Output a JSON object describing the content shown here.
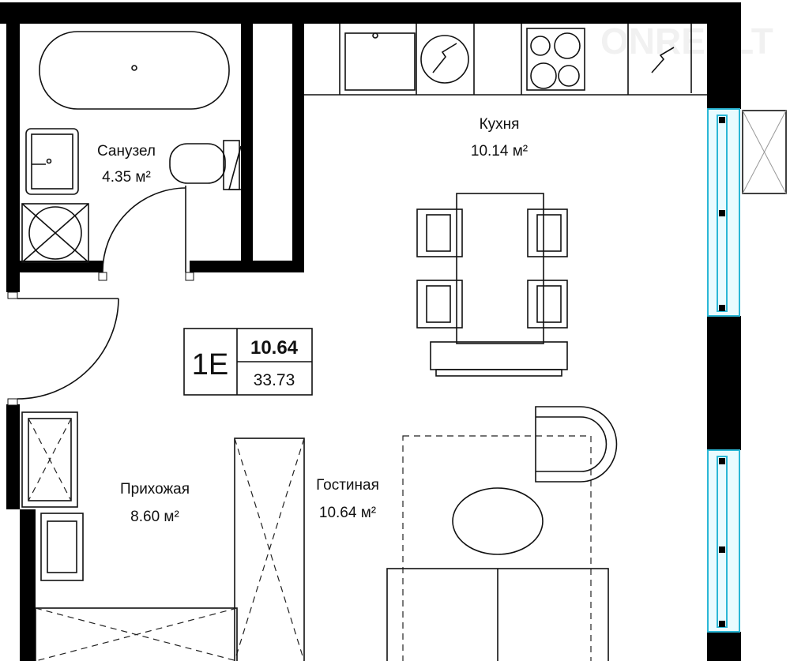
{
  "plan": {
    "unit_code": "1E",
    "living_area": "10.64",
    "total_area": "33.73",
    "watermark": "ONREALT",
    "rooms": [
      {
        "name": "Санузел",
        "area": "4.35 м²"
      },
      {
        "name": "Кухня",
        "area": "10.14 м²"
      },
      {
        "name": "Прихожая",
        "area": "8.60 м²"
      },
      {
        "name": "Гостиная",
        "area": "10.64 м²"
      }
    ]
  },
  "colors": {
    "wall": "#000000",
    "window": "#2bb7d6"
  }
}
